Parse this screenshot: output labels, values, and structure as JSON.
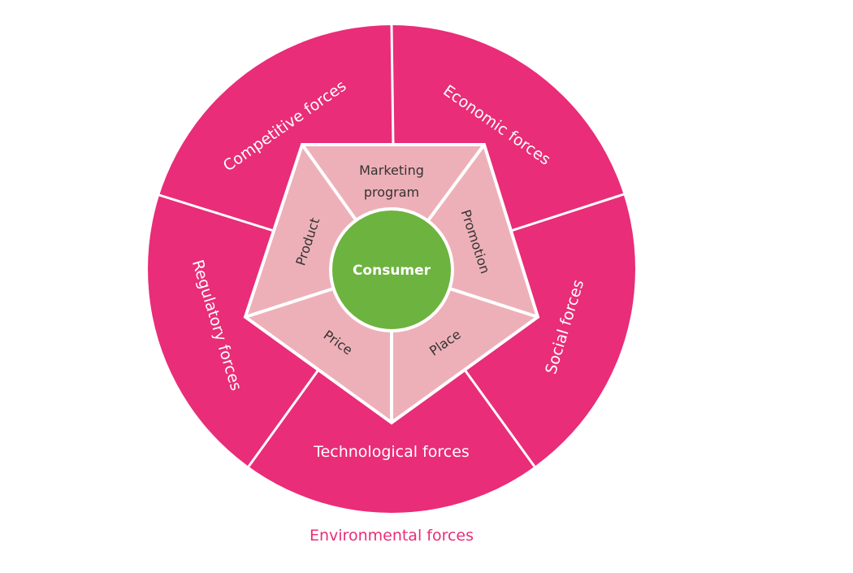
{
  "colors": {
    "outer": "#E92D78",
    "pentagon": "#EEB0B8",
    "center": "#6DB33F",
    "divider": "#FFFFFF",
    "environment_label": "#E92D78"
  },
  "outer_ring": {
    "competitive": "Competitive forces",
    "economic": "Economic forces",
    "social": "Social forces",
    "technological": "Technological forces",
    "regulatory": "Regulatory forces"
  },
  "environment_label": "Environmental forces",
  "marketing_mix": {
    "program_line1": "Marketing",
    "program_line2": "program",
    "product": "Product",
    "promotion": "Promotion",
    "place": "Place",
    "price": "Price"
  },
  "center": "Consumer"
}
